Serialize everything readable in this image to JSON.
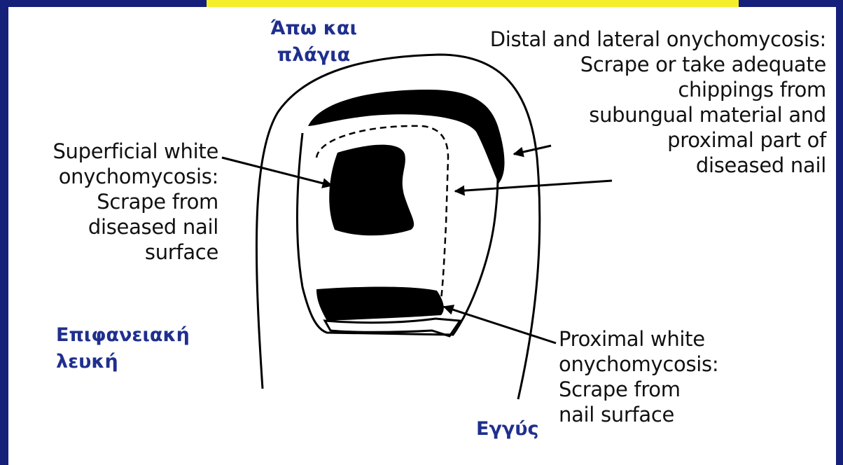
{
  "colors": {
    "frame": "#14207a",
    "accent_band": "#f5ef2a",
    "panel": "#ffffff",
    "greek_label": "#1f2f8e",
    "ink": "#111111"
  },
  "labels": {
    "distal_lateral": "Distal and lateral onychomycosis:\nScrape or take adequate\nchippings from\nsubungual material and\nproximal part of\ndiseased nail",
    "superficial_white": "Superficial white\nonychomycosis:\nScrape from\ndiseased nail\nsurface",
    "proximal_white": "Proximal white\nonychomycosis:\nScrape from\nnail surface"
  },
  "greek_labels": {
    "distal_lateral": "Άπω και\nπλάγια",
    "superficial": "Επιφανειακή\nλευκή",
    "proximal": "Εγγύς"
  }
}
